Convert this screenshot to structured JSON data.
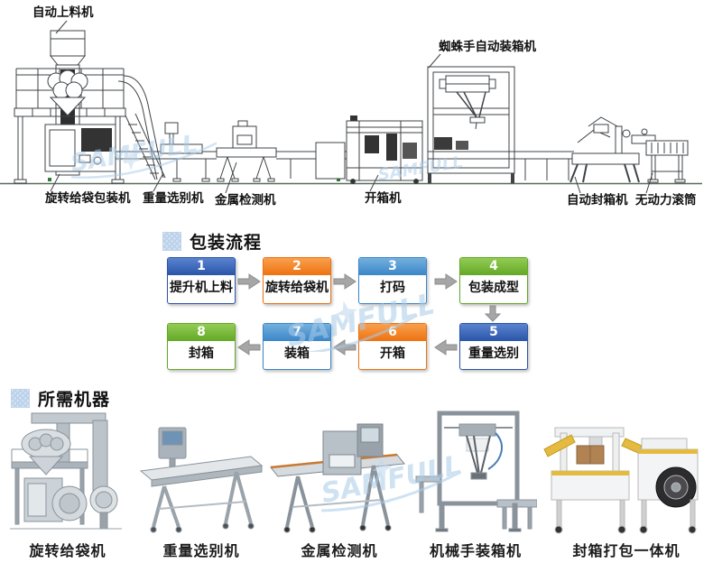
{
  "watermark": {
    "text": "SAMFULL"
  },
  "diagram": {
    "labels": {
      "auto_feeder": "自动上料机",
      "rotary_bag_packer": "旋转给袋包装机",
      "weight_sorter": "重量选别机",
      "metal_detector": "金属检测机",
      "carton_opener": "开箱机",
      "spider_case_packer": "蜘蛛手自动装箱机",
      "carton_sealer": "自动封箱机",
      "gravity_roller": "无动力滚筒"
    }
  },
  "flow": {
    "title": "包装流程",
    "steps": [
      {
        "num": "1",
        "label": "提升机上料",
        "color": "#2a55a8"
      },
      {
        "num": "2",
        "label": "旋转给袋机",
        "color": "#ee7210"
      },
      {
        "num": "3",
        "label": "打码",
        "color": "#3a86c8"
      },
      {
        "num": "4",
        "label": "包装成型",
        "color": "#63a826"
      },
      {
        "num": "5",
        "label": "重量选别",
        "color": "#2a55a8"
      },
      {
        "num": "6",
        "label": "开箱",
        "color": "#ee7210"
      },
      {
        "num": "7",
        "label": "装箱",
        "color": "#3a86c8"
      },
      {
        "num": "8",
        "label": "封箱",
        "color": "#63a826"
      }
    ]
  },
  "machines": {
    "title": "所需机器",
    "items": [
      {
        "name": "旋转给袋机"
      },
      {
        "name": "重量选别机"
      },
      {
        "name": "金属检测机"
      },
      {
        "name": "机械手装箱机"
      },
      {
        "name": "封箱打包一体机"
      }
    ]
  },
  "colors": {
    "step_dark_blue": "#2a55a8",
    "step_orange": "#ee7210",
    "step_blue": "#3a86c8",
    "step_green": "#63a826",
    "watermark_blue": "#a9cbe8",
    "arrow_gray": "#a6a6a6",
    "ground_line": "#5a6b5e"
  }
}
